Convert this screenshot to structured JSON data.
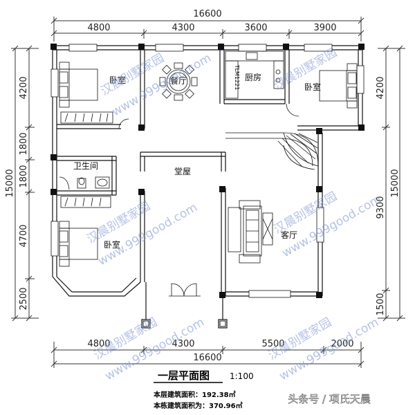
{
  "dimensions": {
    "top_total": "16600",
    "top_segments": [
      "4800",
      "4300",
      "3600",
      "3900"
    ],
    "bottom_segments": [
      "4800",
      "4300",
      "5500",
      "2000"
    ],
    "bottom_total": "16600",
    "left_segments": [
      "4200",
      "1800",
      "1800",
      "4700",
      "2500"
    ],
    "left_total": "15000",
    "right_segments": [
      "4200",
      "9300",
      "1500"
    ],
    "right_total": "15000"
  },
  "rooms": {
    "bedroom_tl": "卧室",
    "dining": "餐厅",
    "kitchen": "厨房",
    "bedroom_tr": "卧室",
    "bathroom": "卫生间",
    "hall": "堂屋",
    "bedroom_bl": "卧室",
    "living": "客厅",
    "fridge_tag": "TLM1221"
  },
  "watermarks": {
    "cn": "汉晨别墅家园",
    "url": "www.999good.com"
  },
  "caption": {
    "title": "一层平面图",
    "scale": "1:100",
    "floor_area": "本层建筑面积：192.38㎡",
    "total_area": "本栋建筑面积为：370.96㎡"
  },
  "credit": "头条号 / 项氏天晨"
}
